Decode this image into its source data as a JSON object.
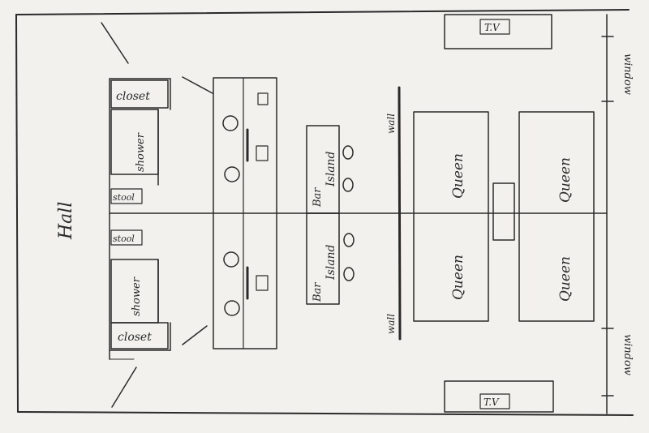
{
  "labels": {
    "hall": "Hall",
    "closet_top": "closet",
    "closet_bottom": "closet",
    "shower_top": "shower",
    "shower_bottom": "shower",
    "stool_top": "stool",
    "stool_bottom": "stool",
    "bar_top": "Bar",
    "island_top": "Island",
    "bar_bottom": "Bar",
    "island_bottom": "Island",
    "wall_top": "wall",
    "wall_bottom": "wall",
    "queen_1": "Queen",
    "queen_2": "Queen",
    "queen_3": "Queen",
    "queen_4": "Queen",
    "tv_top": "T.V",
    "tv_bottom": "T.V",
    "window_top": "window",
    "window_bottom": "window"
  },
  "colors": {
    "ink": "#2a2a2a",
    "paper": "#f2f1ee"
  }
}
